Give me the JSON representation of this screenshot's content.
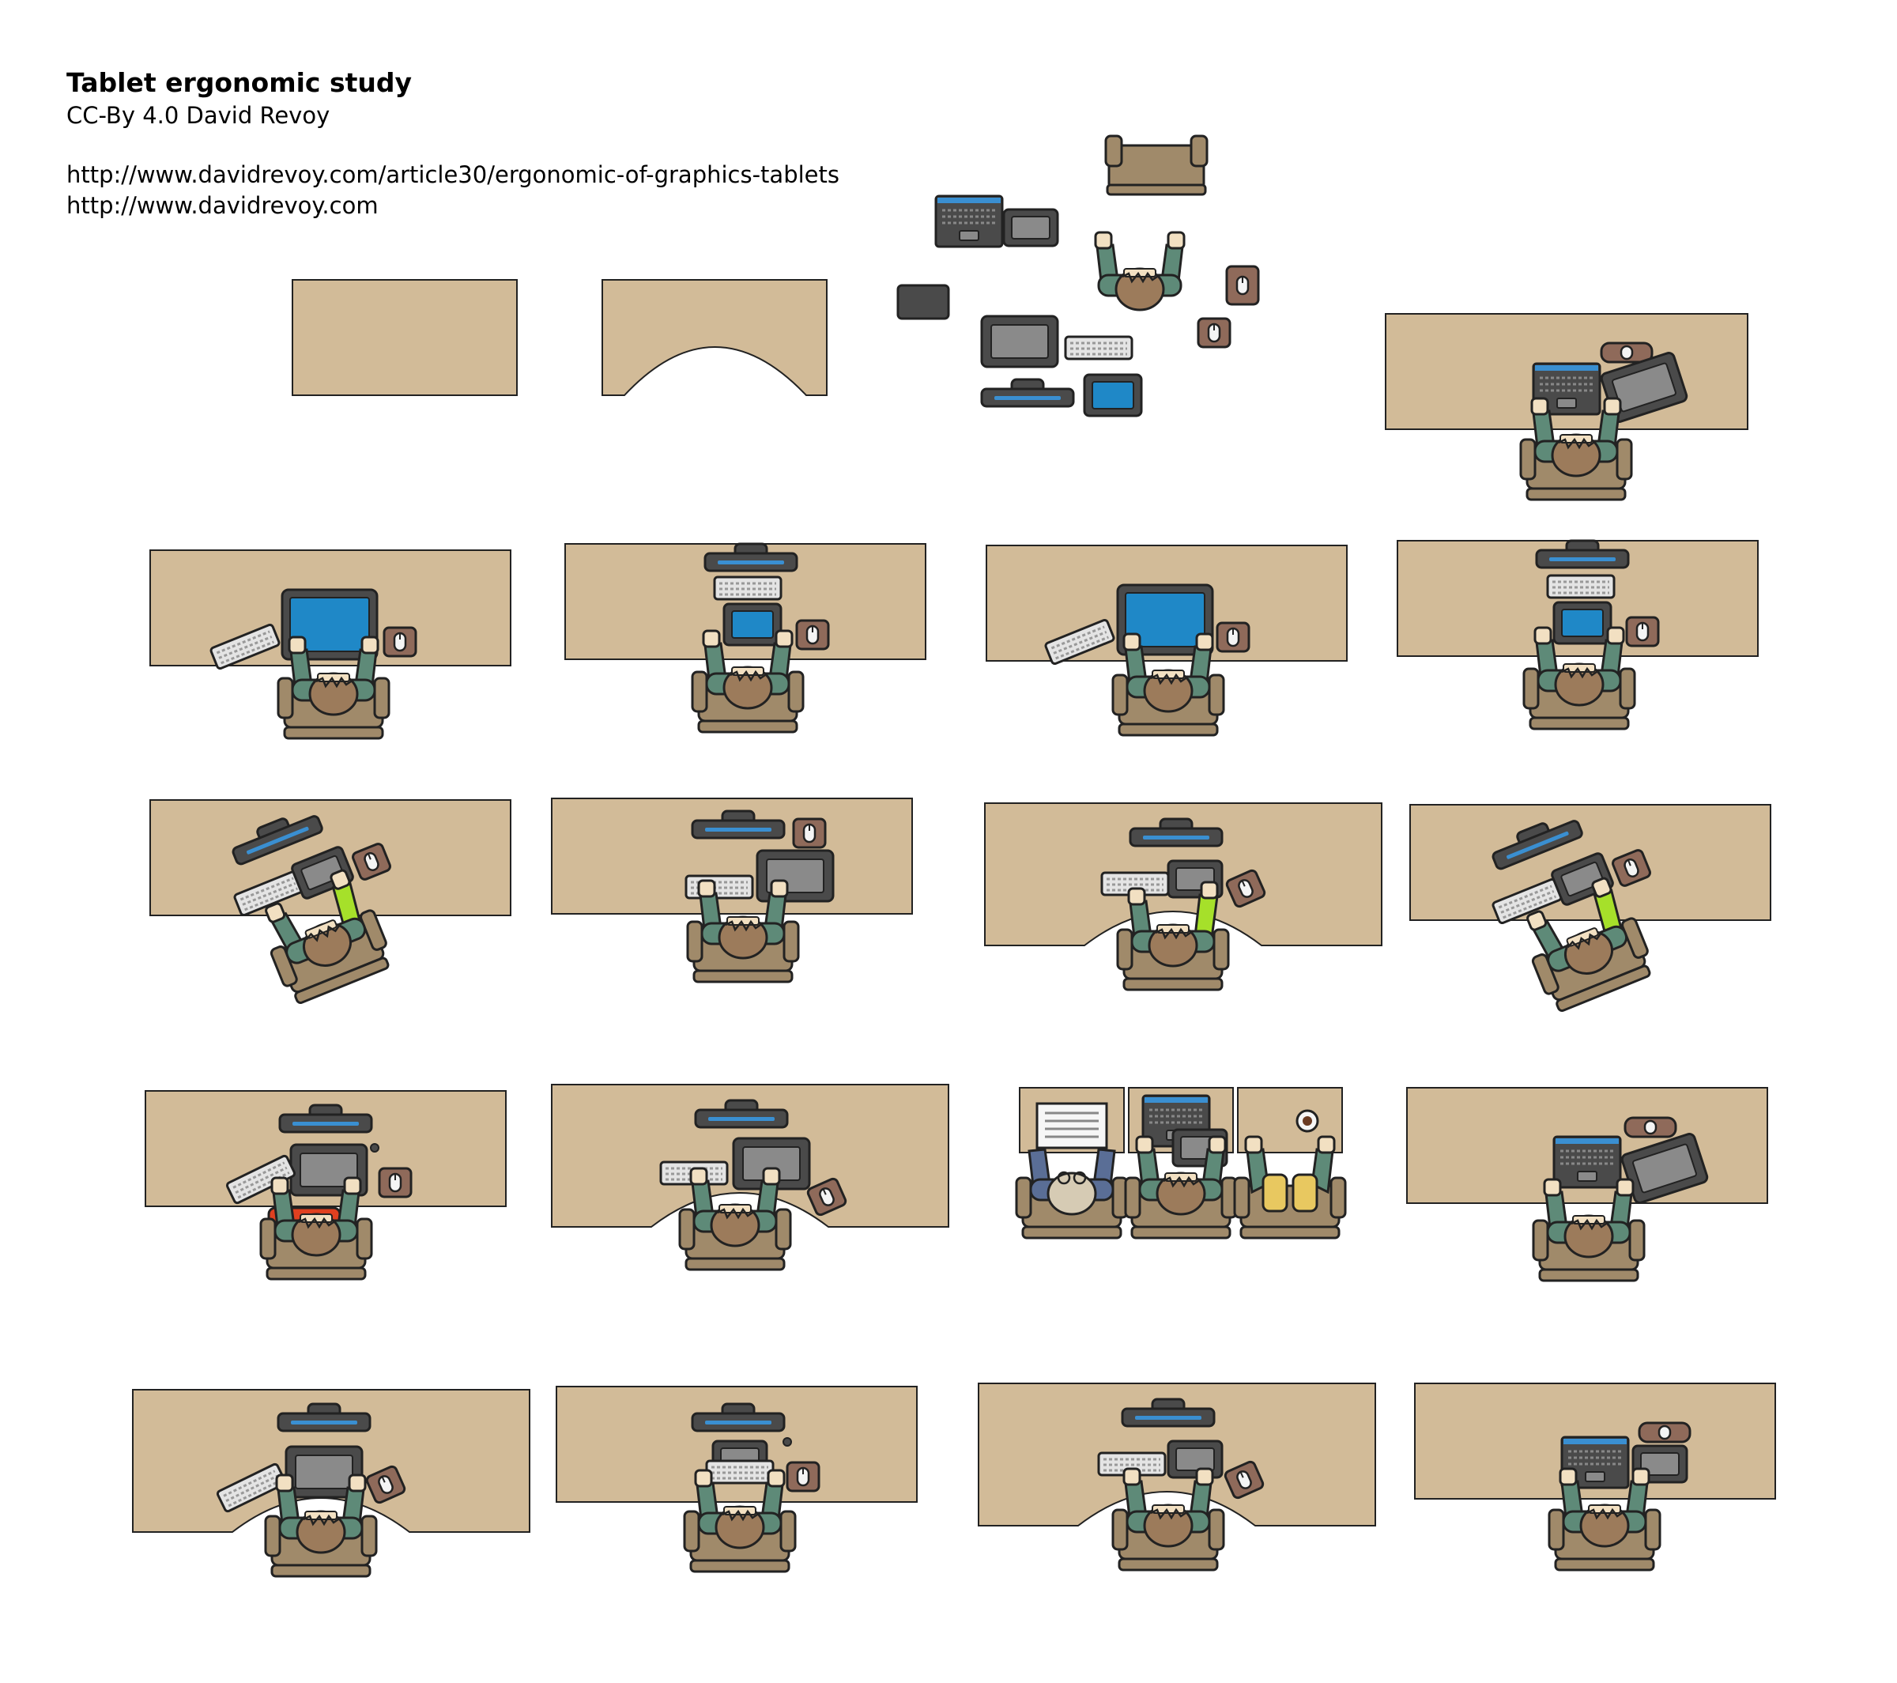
{
  "header": {
    "title": "Tablet ergonomic study",
    "credit": "CC-By 4.0 David Revoy",
    "links": [
      "http://www.davidrevoy.com/article30/ergonomic-of-graphics-tablets",
      "http://www.davidrevoy.com"
    ]
  },
  "colors": {
    "desk": "#d2bb98",
    "outline": "#222222",
    "chair": "#a08a6a",
    "sleeve": "#5e8a78",
    "hair": "#9c7b5b",
    "skin": "#f2e0c2",
    "screen_blue": "#1f88c7",
    "device_dark": "#4a4a4a",
    "device_grey": "#8a8a8a",
    "keyboard": "#e4e4e4",
    "mousepad": "#8f6a5a",
    "monitor_stripe": "#3a8fd1",
    "lime_sleeve": "#a6e02a",
    "red_chair": "#e04020",
    "coffee_sleeve": "#e8c860",
    "glasses_sleeve": "#5a6e96"
  },
  "icons": {
    "desk": "desk-icon",
    "desk_cutout": "desk-cutout-icon",
    "person": "person-icon",
    "keyboard": "keyboard-icon",
    "mouse": "mouse-icon",
    "monitor": "monitor-icon",
    "tablet": "tablet-icon",
    "laptop": "laptop-icon",
    "sofa": "sofa-icon",
    "newspaper": "newspaper-icon",
    "coffee": "coffee-cup-icon"
  }
}
